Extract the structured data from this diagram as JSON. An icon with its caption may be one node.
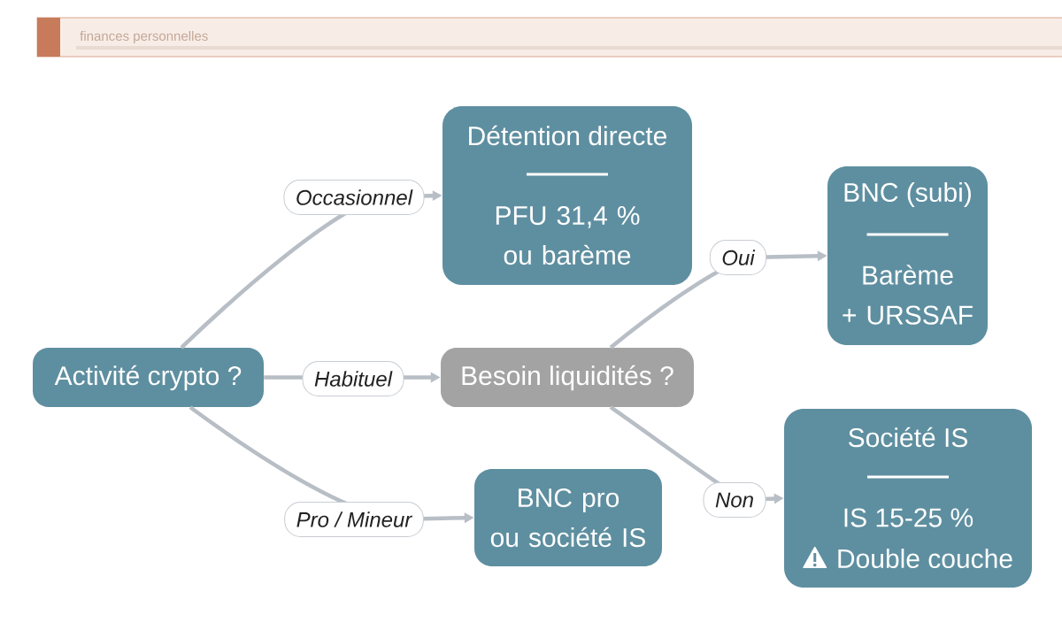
{
  "diagram": {
    "nodes": [
      {
        "text": [
          "Activité crypto ?"
        ]
      },
      {
        "text": [
          "Détention directe",
          "PFU 31,4 % ou barème"
        ]
      },
      {
        "text": [
          "Besoin liquidités ?"
        ]
      },
      {
        "text": [
          "BNC pro ou société IS"
        ]
      },
      {
        "text": [
          "BNC (subi)",
          "Barème + URSSAF"
        ]
      },
      {
        "text": [
          "Société IS",
          "IS 15-25 %",
          "Double couche"
        ]
      }
    ],
    "edges": [
      {
        "from": 0,
        "to": 1,
        "arrow": "to",
        "label": "Occasionnel"
      },
      {
        "from": 0,
        "to": 2,
        "arrow": "to",
        "label": "Habituel"
      },
      {
        "from": 0,
        "to": 3,
        "arrow": "to",
        "label": "Pro / Mineur"
      },
      {
        "from": 2,
        "to": 4,
        "arrow": "to",
        "label": "Oui"
      },
      {
        "from": 2,
        "to": 5,
        "arrow": "to",
        "label": "Non"
      }
    ],
    "labels": [
      "finances personnelles"
    ]
  }
}
